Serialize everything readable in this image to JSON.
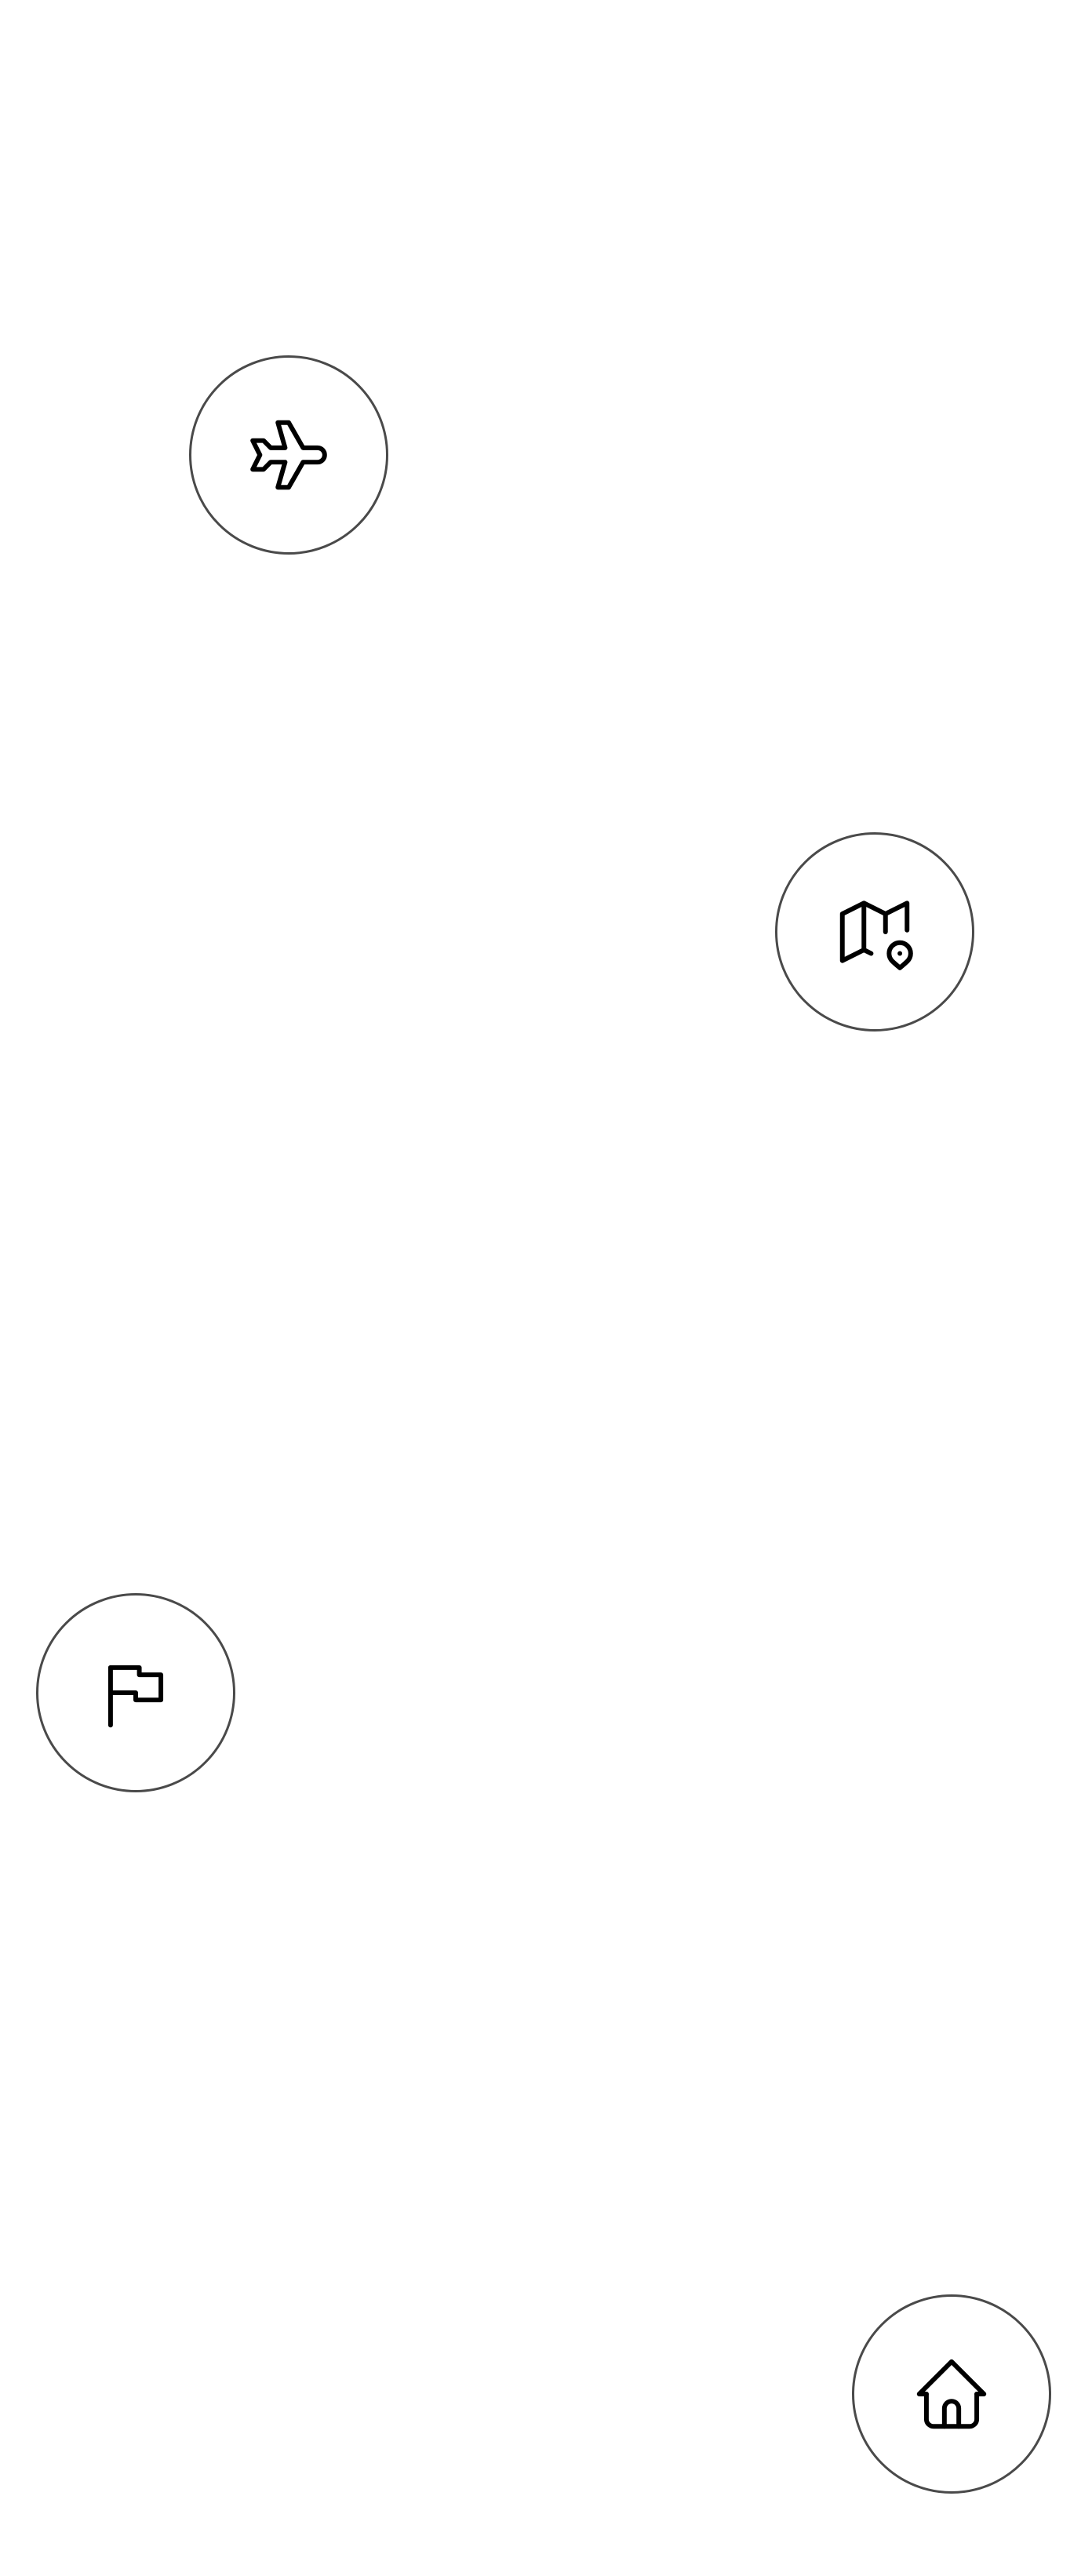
{
  "buttons": [
    {
      "id": "travel",
      "icon": "airplane-icon"
    },
    {
      "id": "destination",
      "icon": "map-pin-icon"
    },
    {
      "id": "milestone",
      "icon": "flag-icon"
    },
    {
      "id": "home",
      "icon": "home-icon"
    }
  ],
  "colors": {
    "background": "#ffffff",
    "circle_border": "#4a4a4a",
    "icon_stroke": "#000000"
  }
}
